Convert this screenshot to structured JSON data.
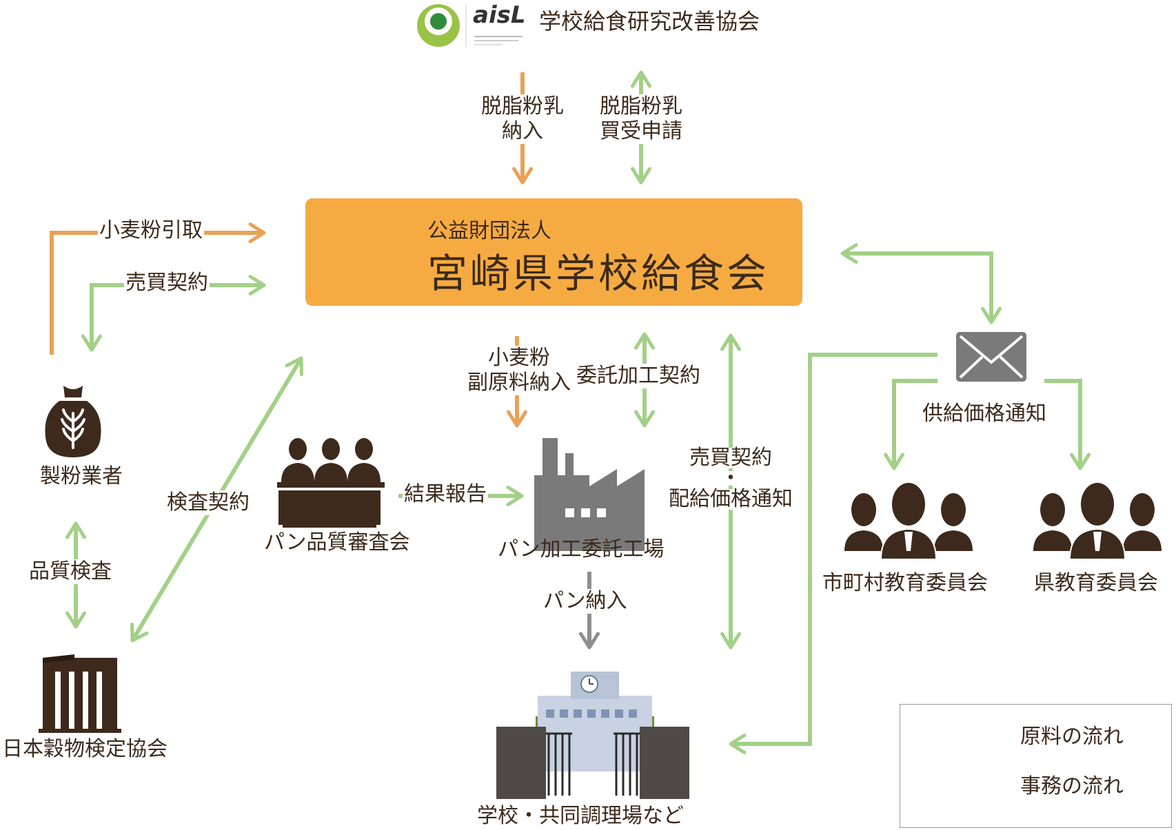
{
  "header": {
    "logo_text": "aisL",
    "org_name": "学校給食研究改善協会"
  },
  "main": {
    "subtitle": "公益財団法人",
    "title": "宮崎県学校給食会"
  },
  "nodes": {
    "miller": "製粉業者",
    "grain_inspection": "日本穀物検定協会",
    "bread_council": "パン品質審査会",
    "factory": "パン加工委託工場",
    "schools": "学校・共同調理場など",
    "municipal_board": "市町村教育委員会",
    "pref_board": "県教育委員会"
  },
  "flows": {
    "skim_milk_delivery": [
      "脱脂粉乳",
      "納入"
    ],
    "skim_milk_application": [
      "脱脂粉乳",
      "買受申請"
    ],
    "flour_pickup": "小麦粉引取",
    "sales_contract_left": "売買契約",
    "inspection_contract": "検査契約",
    "quality_inspection": "品質検査",
    "result_report": "結果報告",
    "flour_delivery": [
      "小麦粉",
      "副原料納入"
    ],
    "processing_contract": "委託加工契約",
    "sales_distribution": [
      "売買契約",
      "・",
      "配給価格通知"
    ],
    "bread_delivery": "パン納入",
    "supply_price_notice": "供給価格通知"
  },
  "legend": {
    "raw_material": "原料の流れ",
    "administrative": "事務の流れ"
  },
  "colors": {
    "raw_flow": "#e8a256",
    "admin_flow": "#a3d087",
    "delivery_flow": "#8e8e8e",
    "main_box": "#f6ab42",
    "icon_brown": "#3d2a1c",
    "icon_gray": "#7a7a7a"
  }
}
